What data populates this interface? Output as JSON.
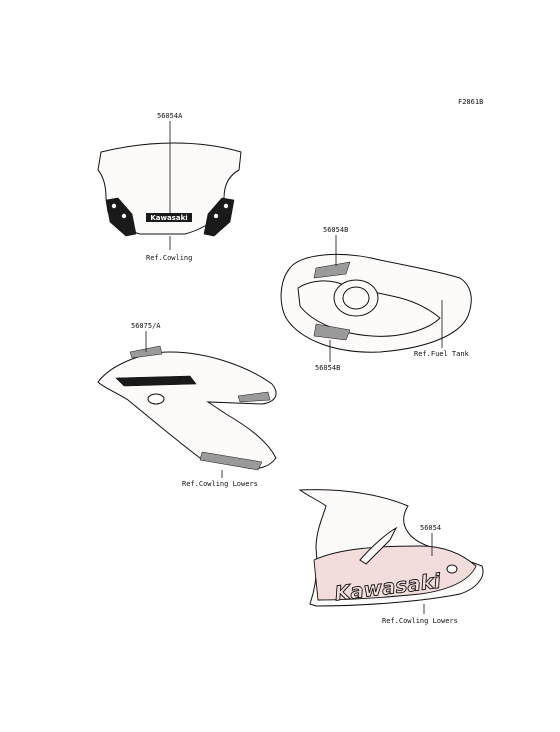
{
  "figure_code": "F2861B",
  "parts": {
    "windshield_decal": "56054A",
    "tank_decal_upper": "56054B",
    "tank_decal_lower": "56054B",
    "upper_cowl_decal": "56075/A",
    "lower_cowl_decal": "56054"
  },
  "references": {
    "cowling": "Ref.Cowling",
    "fuel_tank": "Ref.Fuel Tank",
    "cowling_lowers_left": "Ref.Cowling Lowers",
    "cowling_lowers_right": "Ref.Cowling Lowers"
  },
  "artwork_text": {
    "windshield_logo": "Kawasaki",
    "lower_cowl_logo": "Kawasaki"
  },
  "colors": {
    "line": "#111111",
    "panel_tint": "#f3dcdc",
    "background": "#ffffff"
  }
}
